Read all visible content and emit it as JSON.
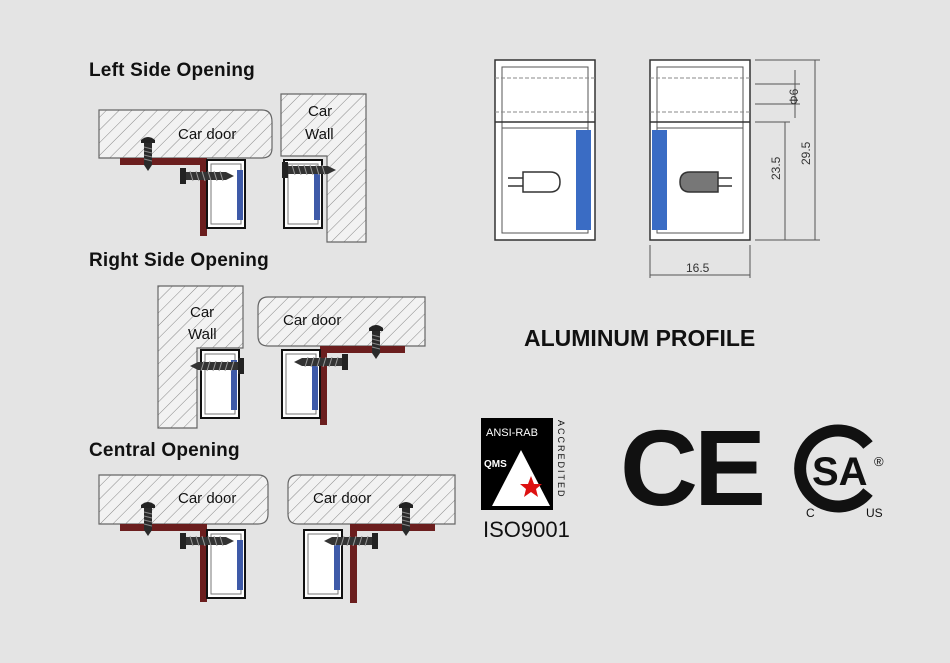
{
  "headings": {
    "left": "Left Side Opening",
    "right": "Right Side Opening",
    "central": "Central Opening"
  },
  "labels": {
    "car_door": "Car door",
    "car": "Car",
    "wall": "Wall"
  },
  "profile": {
    "title": "ALUMINUM PROFILE",
    "dim_width": "16.5",
    "dim_height_inner": "23.5",
    "dim_height_outer": "29.5",
    "dim_diameter": "Φ6"
  },
  "certifications": {
    "ansi_rab": "ANSI-RAB",
    "qms": "QMS",
    "accredited": "ACCREDITED",
    "iso": "ISO9001",
    "ce": "CE",
    "csa": "SA",
    "csa_c": "C",
    "csa_us": "US",
    "registered": "®"
  },
  "colors": {
    "bracket": "#6b1e1e",
    "strip": "#3e5aa8",
    "profile_blue": "#3a6cc4"
  }
}
